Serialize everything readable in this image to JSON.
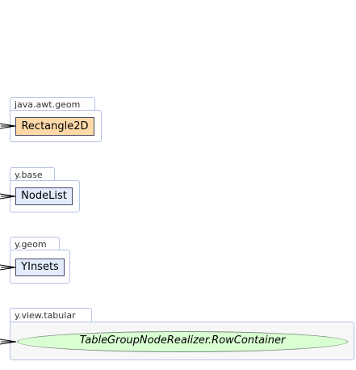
{
  "packages": [
    {
      "name": "java.awt.geom",
      "class": "Rectangle2D",
      "style": "orange"
    },
    {
      "name": "y.base",
      "class": "NodeList",
      "style": "blue"
    },
    {
      "name": "y.geom",
      "class": "YInsets",
      "style": "blue"
    },
    {
      "name": "y.view.tabular",
      "class": "TableGroupNodeRealizer.RowContainer",
      "style": "ellipse"
    }
  ],
  "colors": {
    "package_border": "#b7c3e6",
    "class_orange": "#ffd9a8",
    "class_blue": "#e3ecfb",
    "ellipse_green": "#d9ffd3"
  },
  "icons": {
    "incoming_edge": "open-arrow-icon"
  }
}
